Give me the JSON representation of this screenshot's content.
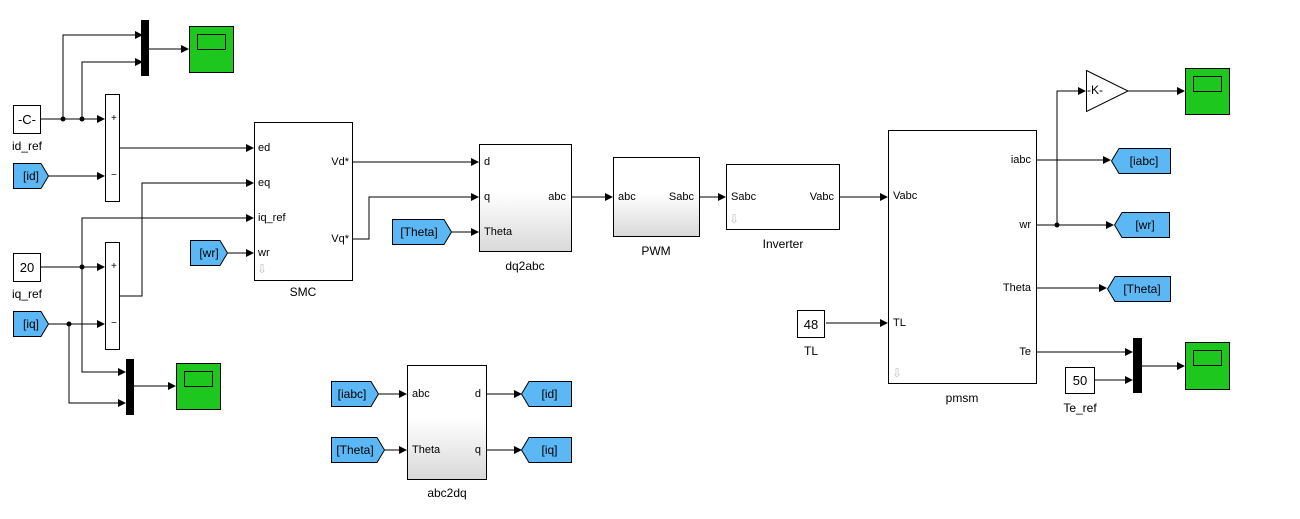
{
  "constants": {
    "id_ref_value": "-C-",
    "id_ref_label": "id_ref",
    "iq_ref_value": "20",
    "iq_ref_label": "iq_ref",
    "tl_value": "48",
    "tl_label": "TL",
    "te_ref_value": "50",
    "te_ref_label": "Te_ref"
  },
  "sum_signs": {
    "plus": "+",
    "minus": "−"
  },
  "goto_from_tags": {
    "id": "[id]",
    "iq": "[iq]",
    "wr": "[wr]",
    "theta": "[Theta]",
    "iabc": "[iabc]"
  },
  "smc": {
    "name": "SMC",
    "in1": "ed",
    "in2": "eq",
    "in3": "iq_ref",
    "in4": "wr",
    "out1": "Vd*",
    "out2": "Vq*"
  },
  "dq2abc": {
    "name": "dq2abc",
    "in1": "d",
    "in2": "q",
    "in3": "Theta",
    "out1": "abc"
  },
  "pwm": {
    "name": "PWM",
    "in1": "abc",
    "out1": "Sabc"
  },
  "inverter": {
    "name": "Inverter",
    "in1": "Sabc",
    "out1": "Vabc"
  },
  "pmsm": {
    "name": "pmsm",
    "in1": "Vabc",
    "in2": "TL",
    "out1": "iabc",
    "out2": "wr",
    "out3": "Theta",
    "out4": "Te"
  },
  "abc2dq": {
    "name": "abc2dq",
    "in1": "abc",
    "in2": "Theta",
    "out1": "d",
    "out2": "q"
  },
  "gain": {
    "label": "-K-"
  },
  "colors": {
    "scope": "#1ec71e",
    "tag": "#5cb8f4",
    "background": "#ffffff"
  }
}
